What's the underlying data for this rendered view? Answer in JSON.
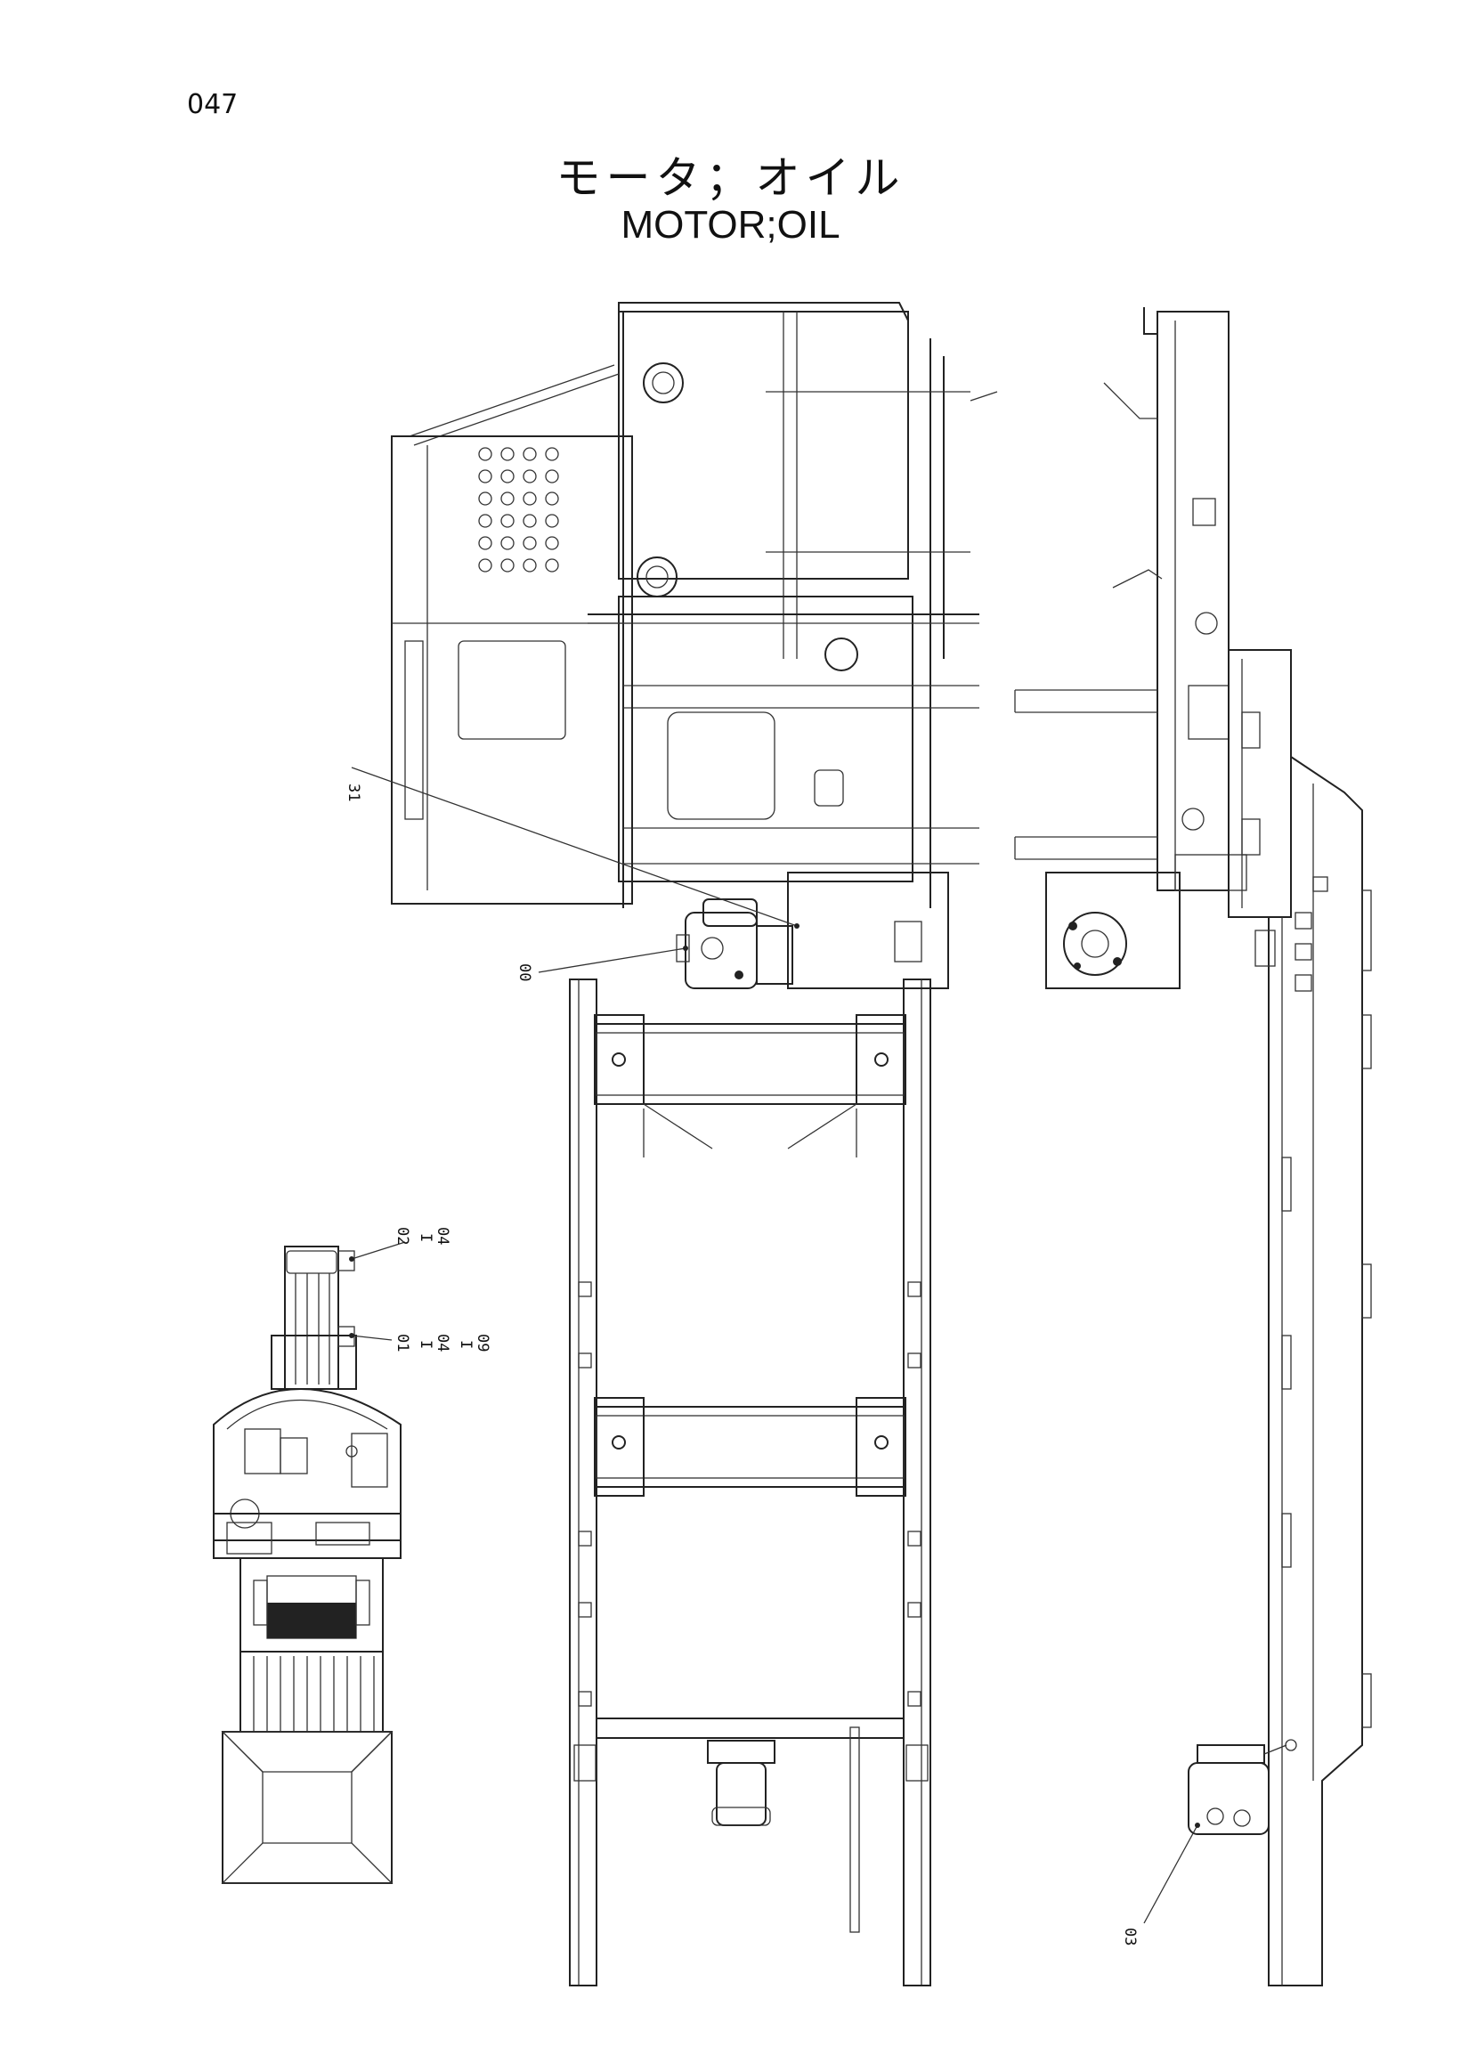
{
  "page": {
    "number": "047"
  },
  "title": {
    "japanese": "モータ；オイル",
    "english": "MOTOR;OIL"
  },
  "callouts": {
    "c31": "31",
    "c00": "00",
    "c02": "02",
    "c02_dash": "I",
    "c02_to": "04",
    "c01": "01",
    "c01_dash1": "I",
    "c01_mid": "04",
    "c01_dash2": "I",
    "c01_to": "09",
    "c03": "03"
  }
}
